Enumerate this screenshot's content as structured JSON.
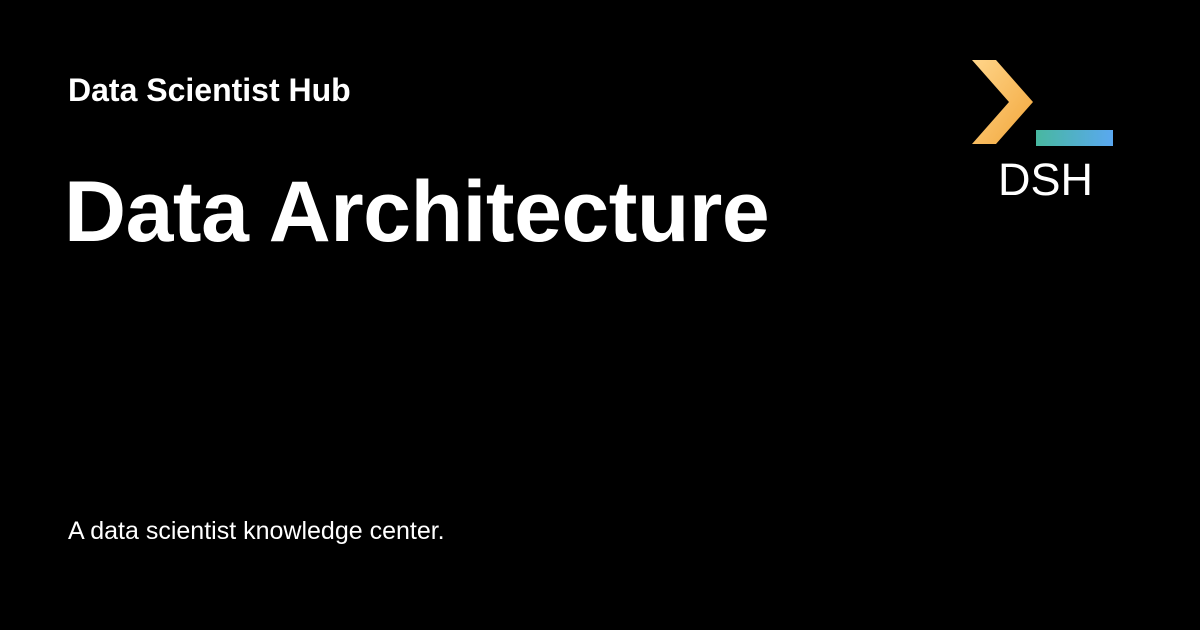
{
  "site": {
    "name": "Data Scientist Hub"
  },
  "page": {
    "title": "Data Architecture",
    "tagline": "A data scientist knowledge center."
  },
  "logo": {
    "icon": "terminal-prompt-icon",
    "text": "DSH",
    "colors": {
      "chevron_light": "#ffd58a",
      "chevron_dark": "#f2a63a",
      "underscore_left": "#48b8a0",
      "underscore_right": "#5aa8f0"
    }
  }
}
